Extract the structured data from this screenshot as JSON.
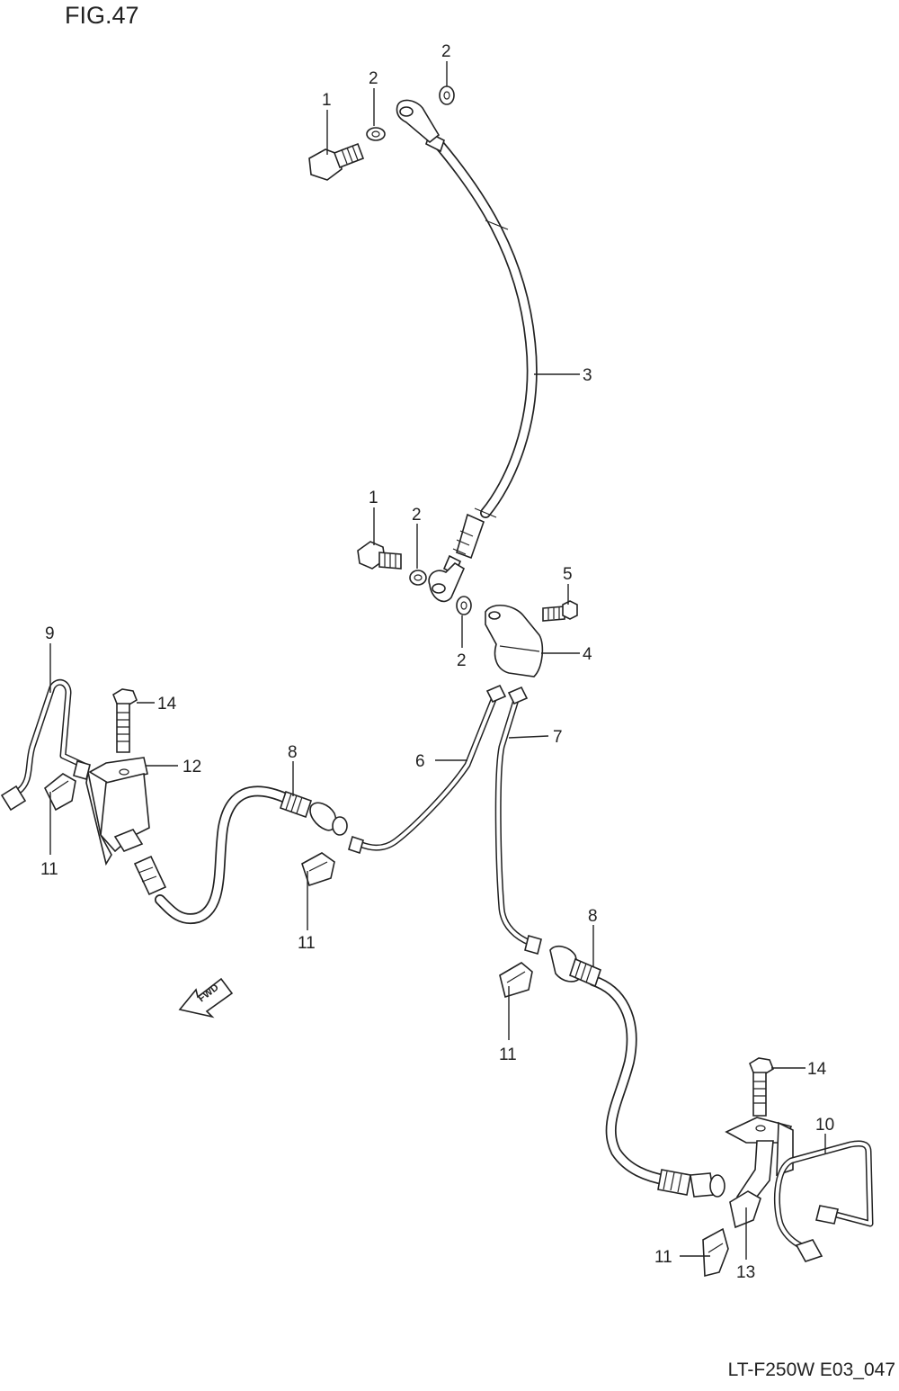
{
  "figure": {
    "title": "FIG.47",
    "footer": "LT-F250W E03_047"
  },
  "direction_badge": "FWD",
  "callouts": [
    {
      "id": "c-1a",
      "label": "1"
    },
    {
      "id": "c-2a",
      "label": "2"
    },
    {
      "id": "c-2b",
      "label": "2"
    },
    {
      "id": "c-3",
      "label": "3"
    },
    {
      "id": "c-1b",
      "label": "1"
    },
    {
      "id": "c-2c",
      "label": "2"
    },
    {
      "id": "c-5",
      "label": "5"
    },
    {
      "id": "c-4",
      "label": "4"
    },
    {
      "id": "c-2d",
      "label": "2"
    },
    {
      "id": "c-9",
      "label": "9"
    },
    {
      "id": "c-14a",
      "label": "14"
    },
    {
      "id": "c-12",
      "label": "12"
    },
    {
      "id": "c-8a",
      "label": "8"
    },
    {
      "id": "c-6",
      "label": "6"
    },
    {
      "id": "c-7",
      "label": "7"
    },
    {
      "id": "c-11a",
      "label": "11"
    },
    {
      "id": "c-11b",
      "label": "11"
    },
    {
      "id": "c-8b",
      "label": "8"
    },
    {
      "id": "c-11c",
      "label": "11"
    },
    {
      "id": "c-14b",
      "label": "14"
    },
    {
      "id": "c-10",
      "label": "10"
    },
    {
      "id": "c-11d",
      "label": "11"
    },
    {
      "id": "c-13",
      "label": "13"
    }
  ]
}
